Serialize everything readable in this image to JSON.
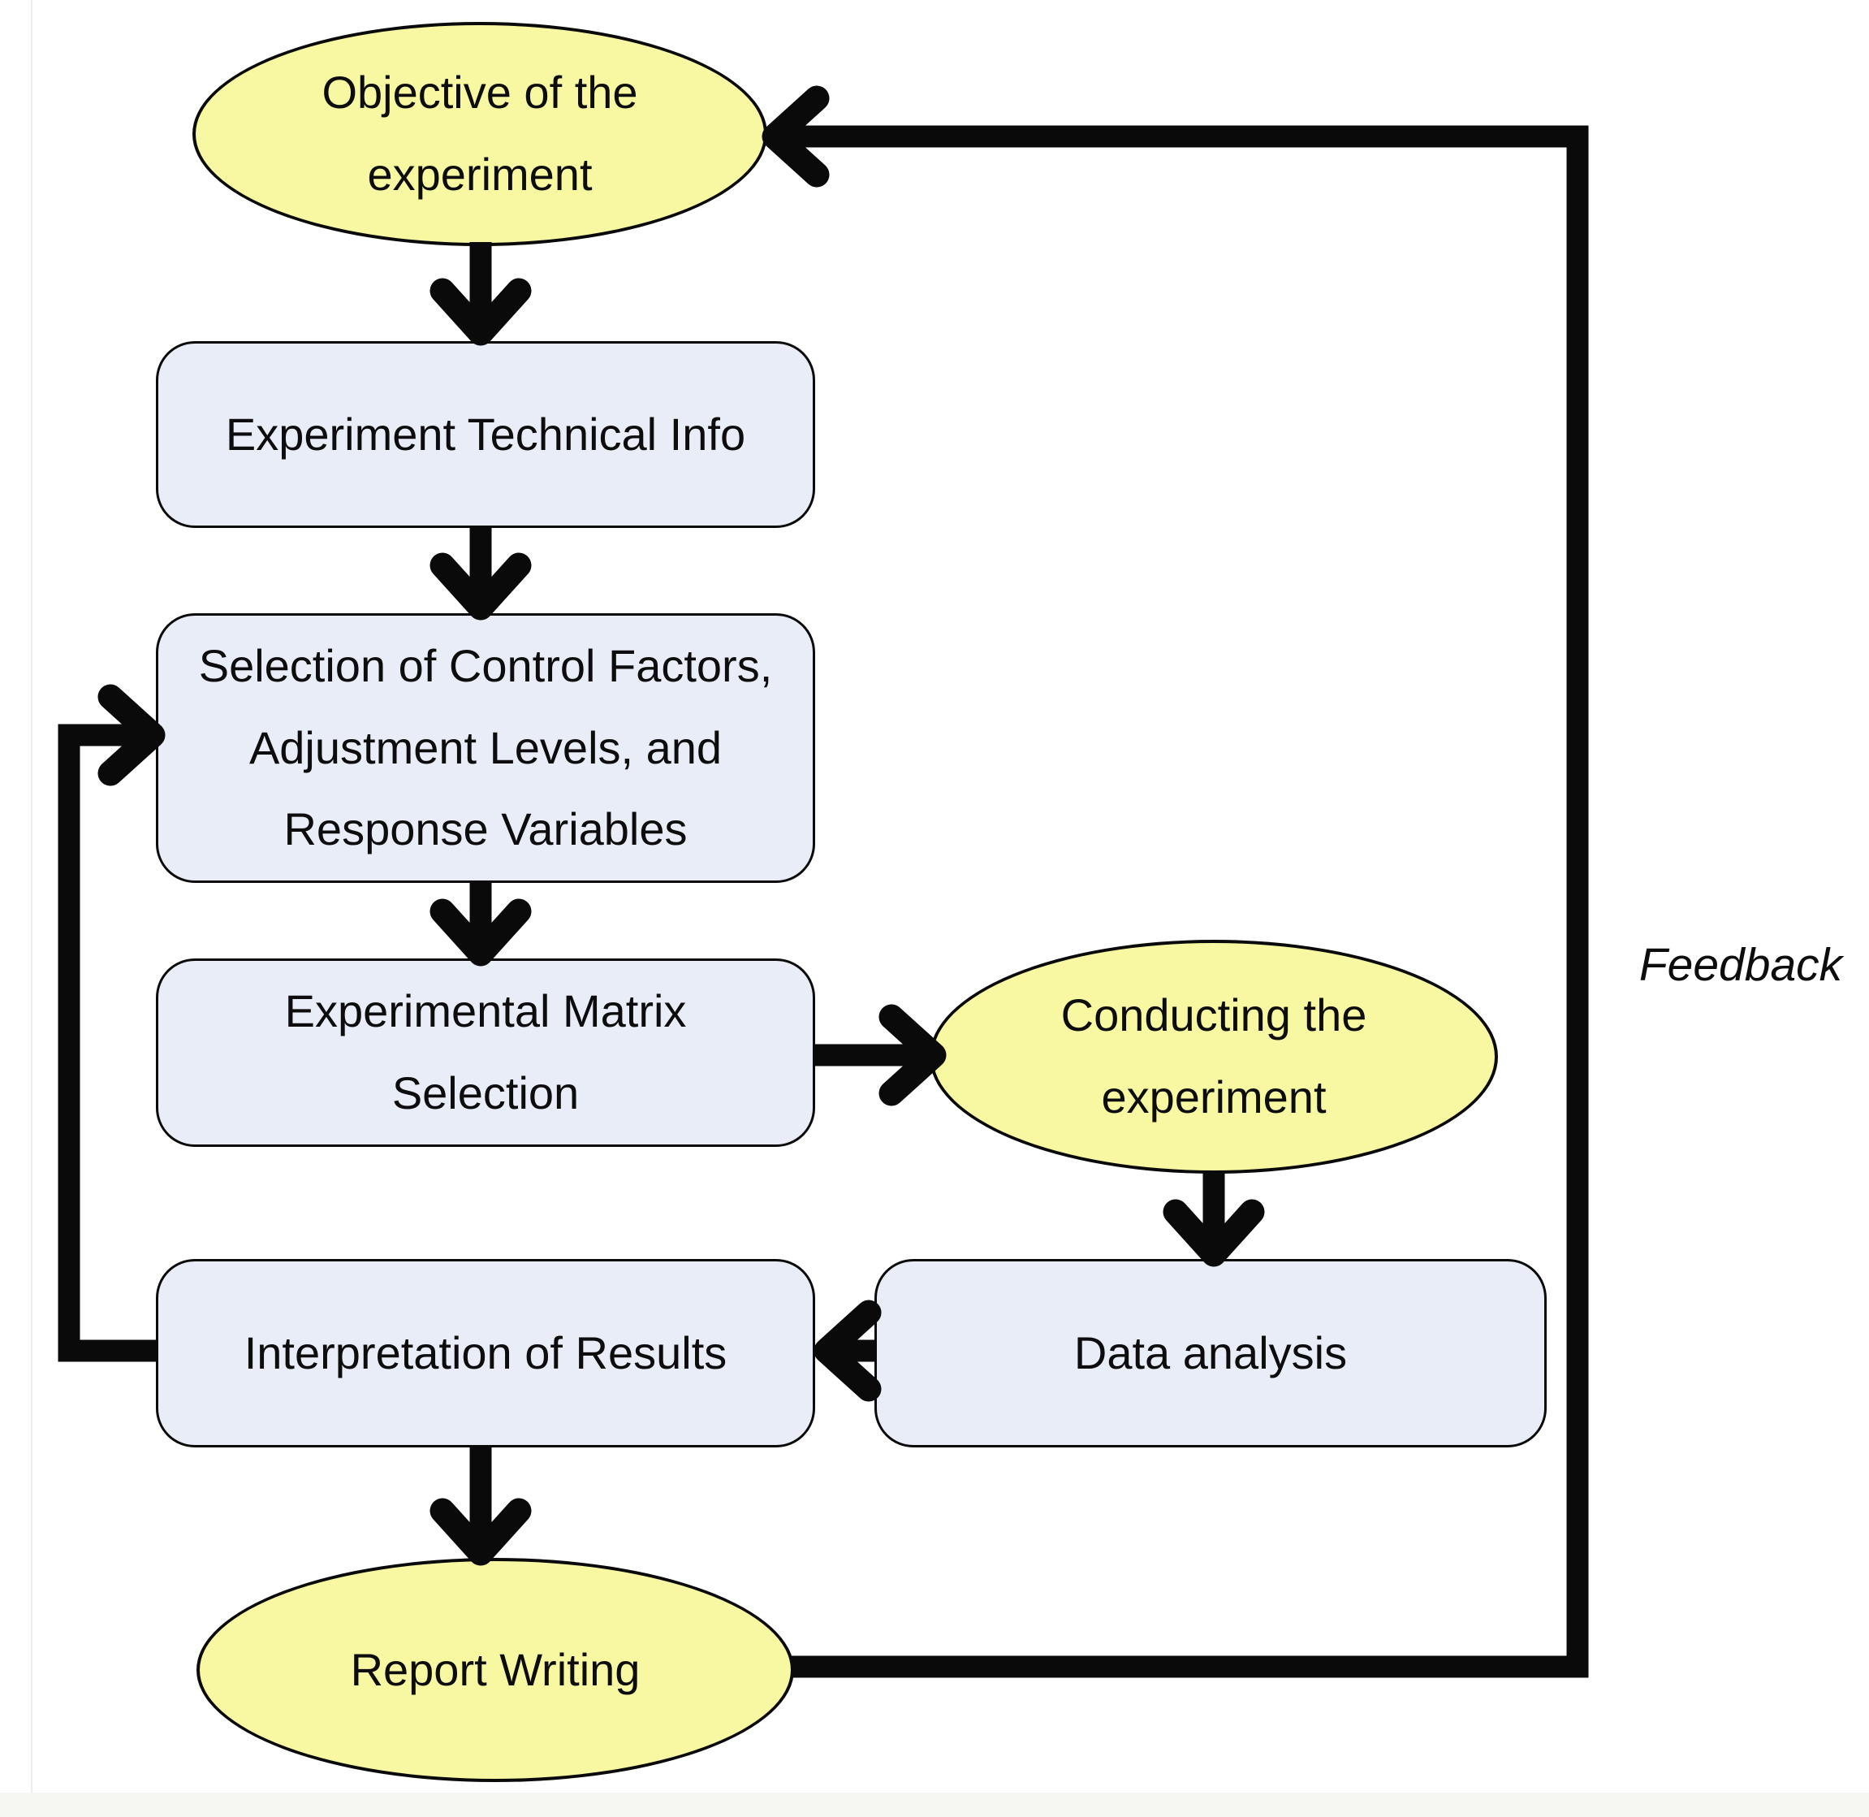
{
  "diagram": {
    "nodes": [
      {
        "id": "objective",
        "shape": "ellipse",
        "label": "Objective of the experiment"
      },
      {
        "id": "experiment-technical-info",
        "shape": "process",
        "label": "Experiment Technical Info"
      },
      {
        "id": "selection",
        "shape": "process",
        "label": "Selection of Control Factors, Adjustment Levels, and Response Variables"
      },
      {
        "id": "experimental-matrix",
        "shape": "process",
        "label": "Experimental Matrix Selection"
      },
      {
        "id": "conducting",
        "shape": "ellipse",
        "label": "Conducting the experiment"
      },
      {
        "id": "data-analysis",
        "shape": "process",
        "label": "Data analysis"
      },
      {
        "id": "interpretation",
        "shape": "process",
        "label": "Interpretation of Results"
      },
      {
        "id": "report-writing",
        "shape": "ellipse",
        "label": "Report Writing"
      }
    ],
    "edges": [
      {
        "from": "objective",
        "to": "experiment-technical-info"
      },
      {
        "from": "experiment-technical-info",
        "to": "selection"
      },
      {
        "from": "selection",
        "to": "experimental-matrix"
      },
      {
        "from": "experimental-matrix",
        "to": "conducting"
      },
      {
        "from": "conducting",
        "to": "data-analysis"
      },
      {
        "from": "data-analysis",
        "to": "interpretation"
      },
      {
        "from": "interpretation",
        "to": "report-writing"
      },
      {
        "from": "report-writing",
        "to": "objective",
        "label": "Feedback"
      },
      {
        "from": "interpretation",
        "to": "selection",
        "label": "Feedback"
      }
    ],
    "feedback_label": "Feedback",
    "colors": {
      "ellipse_fill": "#f8f8a2",
      "process_fill": "#e9edf7",
      "line": "#0a0a0a"
    }
  }
}
